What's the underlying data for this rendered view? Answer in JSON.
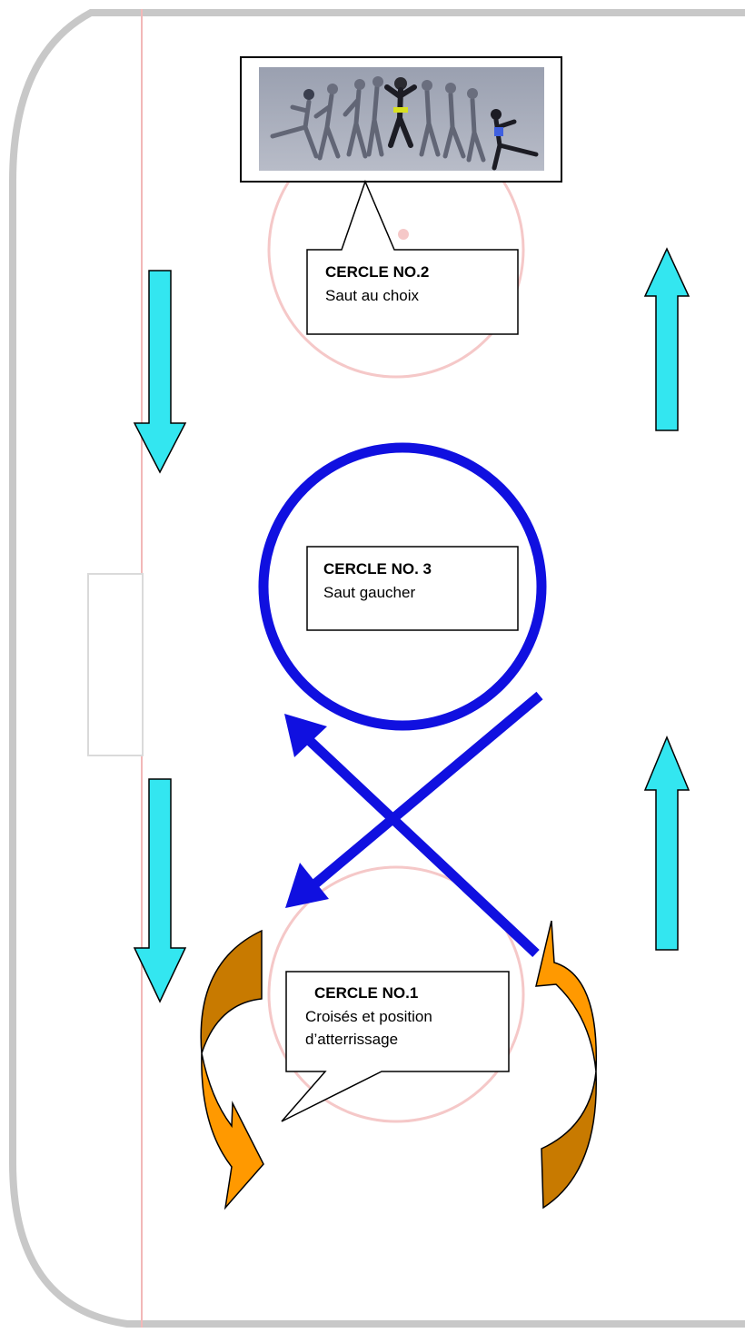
{
  "circle2": {
    "title": "CERCLE NO.2",
    "text": "Saut au choix"
  },
  "circle3": {
    "title": "CERCLE NO. 3",
    "text": "Saut gaucher"
  },
  "circle1": {
    "title": "CERCLE  NO.1",
    "line1": "Croisés et position",
    "line2": "d’atterrissage"
  },
  "colors": {
    "rink_border": "#c8c8c8",
    "red_line": "#f2b8b8",
    "faceoff_circle": "#f5c8c8",
    "cyan_arrow": "#33e6f0",
    "blue_path": "#1010e0",
    "orange_arrow": "#ff9900",
    "orange_dark": "#c87a00"
  }
}
